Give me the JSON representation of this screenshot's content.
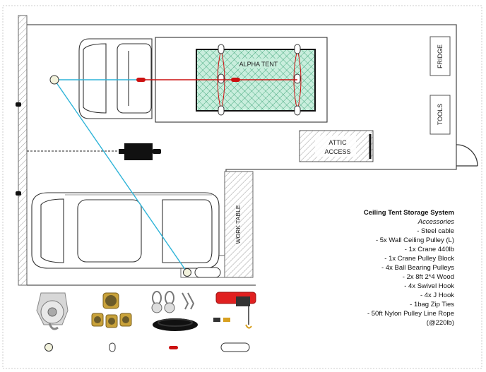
{
  "diagram": {
    "tent_label": "ALPHA TENT",
    "fridge_label": "FRIDGE",
    "tools_label": "TOOLS",
    "attic_label_1": "ATTIC",
    "attic_label_2": "ACCESS",
    "work_table_label": "WORK TABLE"
  },
  "legend": {
    "title": "Ceiling Tent Storage System",
    "subtitle": "Accessories",
    "items": [
      "- Steel cable",
      "- 5x Wall Ceiling Pulley (L)",
      "- 1x Crane 440lb",
      "- 1x Crane Pulley Block",
      "- 4x Ball Bearing Pulleys",
      "- 2x 8ft 2*4 Wood",
      "- 4x Swivel Hook",
      "- 4x J Hook",
      "- 1bag Zip Ties",
      "- 50ft Nylon Pulley Line Rope",
      "(@220lb)"
    ]
  },
  "colors": {
    "cable": "#2fb4d8",
    "rope": "#cc1111",
    "tent_fill": "#c9eedd",
    "tent_hatch": "#2a9a6a",
    "crane": "#e02020",
    "wall_hatch": "#9a9a9a"
  },
  "products": [
    {
      "name": "wall-ceiling-pulley-photo",
      "symbol": "circle"
    },
    {
      "name": "ball-bearing-pulleys-photo",
      "symbol": "small-oval"
    },
    {
      "name": "swivel-hooks-and-rope-photo",
      "symbol": "red-dash"
    },
    {
      "name": "electric-crane-photo",
      "symbol": "wide-oval"
    }
  ]
}
